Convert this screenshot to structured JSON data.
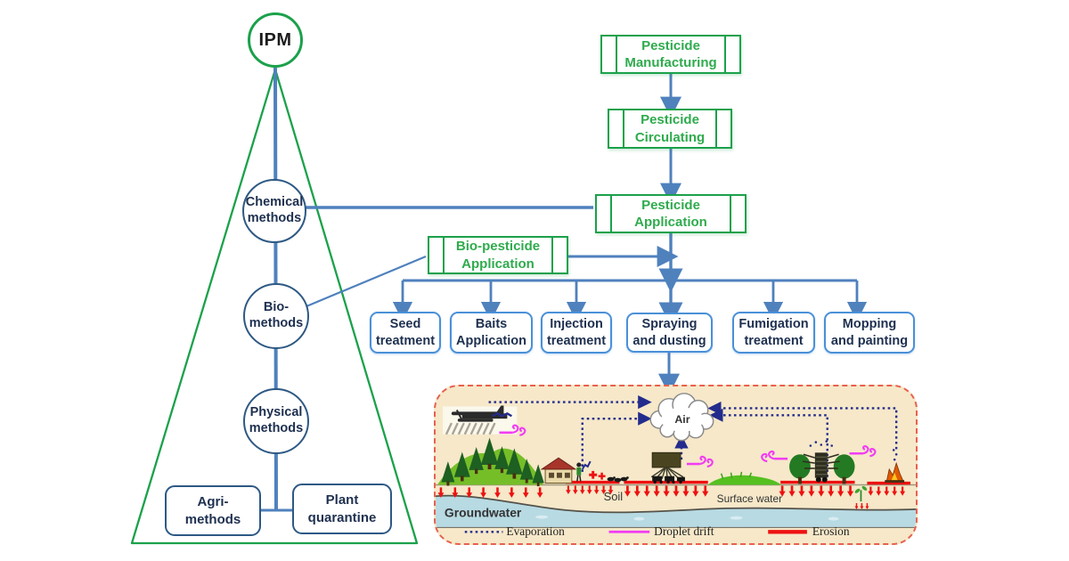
{
  "pyramid": {
    "apex": {
      "label": "IPM"
    },
    "levels": [
      {
        "lines": [
          "Chemical",
          "methods"
        ]
      },
      {
        "lines": [
          "Bio-",
          "methods"
        ]
      },
      {
        "lines": [
          "Physical",
          "methods"
        ]
      }
    ],
    "base_boxes": [
      {
        "lines": [
          "Agri-",
          "methods"
        ]
      },
      {
        "lines": [
          "Plant",
          "quarantine"
        ]
      }
    ]
  },
  "flow": {
    "process_boxes": [
      {
        "lines": [
          "Pesticide",
          "Manufacturing"
        ]
      },
      {
        "lines": [
          "Pesticide",
          "Circulating"
        ]
      },
      {
        "lines": [
          "Pesticide",
          "Application"
        ]
      },
      {
        "lines": [
          "Bio-pesticide",
          "Application"
        ]
      }
    ],
    "treatments": [
      {
        "lines": [
          "Seed",
          "treatment"
        ]
      },
      {
        "lines": [
          "Baits",
          "Application"
        ]
      },
      {
        "lines": [
          "Injection",
          "treatment"
        ]
      },
      {
        "lines": [
          "Spraying",
          "and dusting"
        ]
      },
      {
        "lines": [
          "Fumigation",
          "treatment"
        ]
      },
      {
        "lines": [
          "Mopping",
          "and painting"
        ]
      }
    ]
  },
  "environment": {
    "labels": {
      "air": "Air",
      "soil": "Soil",
      "surface_water": "Surface water",
      "groundwater": "Groundwater"
    },
    "legend": [
      {
        "label": "Evaporation",
        "style": "dotted"
      },
      {
        "label": "Droplet drift",
        "style": "solid"
      },
      {
        "label": "Erosion",
        "style": "thick"
      }
    ],
    "icons": [
      "crop-duster-plane-icon",
      "air-cloud-icon",
      "hill-trees-icon",
      "house-icon",
      "farmer-icon",
      "tractor-sprayer-icon",
      "orchard-sprayer-icon",
      "burning-residue-icon",
      "seedling-icon"
    ]
  },
  "colors": {
    "green": "#1ba14b",
    "green_text": "#2fab4d",
    "blue_line": "#4f81bd",
    "navy_text": "#1e3050",
    "box_border_blue": "#4a90d8",
    "circle_border": "#2e5984",
    "env_border": "#e8614d",
    "env_bg": "#f6e8c9",
    "groundwater": "#b7dae3",
    "evaporation": "#232c8c",
    "droplet": "#f23cf2",
    "erosion": "#ee1111"
  }
}
